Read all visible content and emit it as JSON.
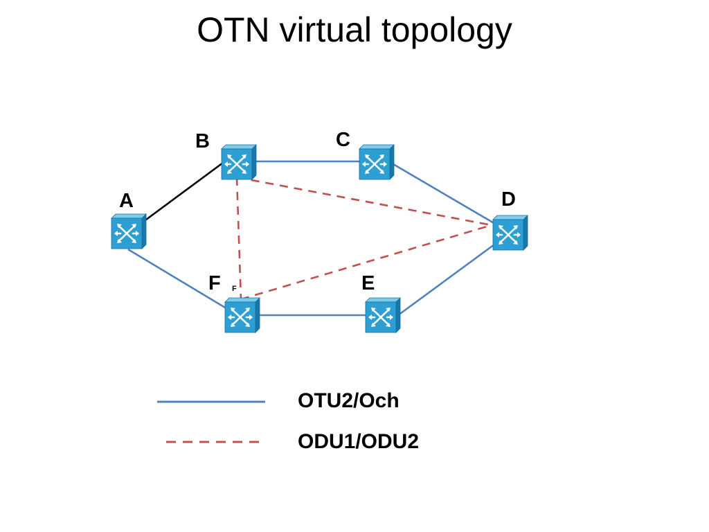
{
  "title": "OTN virtual topology",
  "colors": {
    "otu_link": "#4f81bd",
    "odu_link": "#c0504d",
    "plain_link": "#000000",
    "switch_face": "#2e9fd2",
    "switch_top": "#7ccbf0",
    "switch_side": "#1878a8"
  },
  "nodes": [
    {
      "id": "A",
      "label": "A",
      "icon": "switch-icon"
    },
    {
      "id": "B",
      "label": "B",
      "icon": "switch-icon"
    },
    {
      "id": "C",
      "label": "C",
      "icon": "switch-icon"
    },
    {
      "id": "D",
      "label": "D",
      "icon": "switch-icon"
    },
    {
      "id": "E",
      "label": "E",
      "icon": "switch-icon"
    },
    {
      "id": "F",
      "label": "F",
      "sublabel": "F",
      "icon": "switch-icon"
    }
  ],
  "links": [
    {
      "from": "A",
      "to": "B",
      "kind": "plain"
    },
    {
      "from": "B",
      "to": "C",
      "kind": "OTU2/Och"
    },
    {
      "from": "C",
      "to": "D",
      "kind": "OTU2/Och"
    },
    {
      "from": "A",
      "to": "F",
      "kind": "OTU2/Och"
    },
    {
      "from": "F",
      "to": "E",
      "kind": "OTU2/Och"
    },
    {
      "from": "E",
      "to": "D",
      "kind": "OTU2/Och"
    },
    {
      "from": "B",
      "to": "F",
      "kind": "ODU1/ODU2"
    },
    {
      "from": "B",
      "to": "D",
      "kind": "ODU1/ODU2"
    },
    {
      "from": "F",
      "to": "D",
      "kind": "ODU1/ODU2"
    }
  ],
  "legend": [
    {
      "label": "OTU2/Och",
      "style": "solid"
    },
    {
      "label": "ODU1/ODU2",
      "style": "dashed"
    }
  ]
}
